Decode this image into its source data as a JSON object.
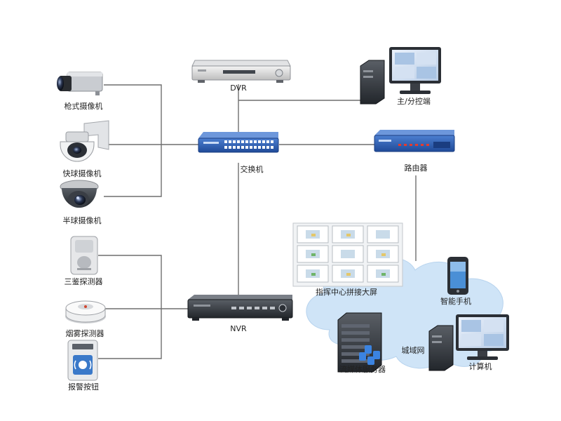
{
  "labels": {
    "box_camera": "枪式摄像机",
    "speed_dome": "快球摄像机",
    "half_dome": "半球摄像机",
    "tri_detector": "三鉴探测器",
    "smoke_detector": "烟雾探测器",
    "alarm_button": "报警按钮",
    "dvr": "DVR",
    "switch": "交换机",
    "nvr": "NVR",
    "client": "主/分控端",
    "router": "路由器",
    "video_wall": "指挥中心拼接大屏",
    "smartphone": "智能手机",
    "media_server": "流媒体服务器",
    "wan": "城域网",
    "computer": "计算机"
  },
  "colors": {
    "switch_blue": "#2d5fb0",
    "cloud": "#cfe4f7",
    "device_dark": "#2e3238"
  }
}
